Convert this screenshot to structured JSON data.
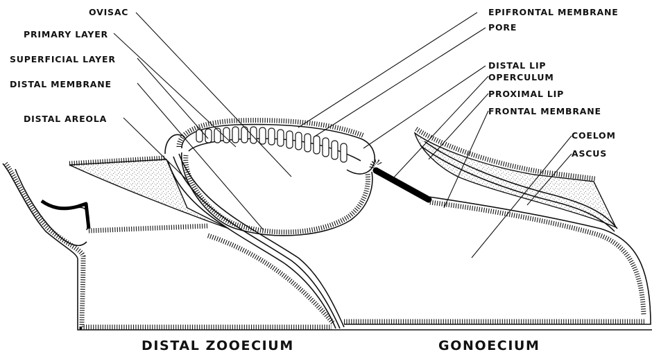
{
  "figure": {
    "labels": {
      "ovisac": "OVISAC",
      "primary_layer": "PRIMARY LAYER",
      "superficial_layer": "SUPERFICIAL LAYER",
      "distal_membrane": "DISTAL MEMBRANE",
      "distal_areola": "DISTAL AREOLA",
      "epifrontal_membrane": "EPIFRONTAL MEMBRANE",
      "pore": "PORE",
      "distal_lip": "DISTAL LIP",
      "operculum": "OPERCULUM",
      "proximal_lip": "PROXIMAL LIP",
      "frontal_membrane": "FRONTAL MEMBRANE",
      "coelom": "COELOM",
      "ascus": "ASCUS"
    },
    "captions": {
      "distal_zooecium": "DISTAL ZOOECIUM",
      "gonoecium": "GONOECIUM"
    }
  }
}
